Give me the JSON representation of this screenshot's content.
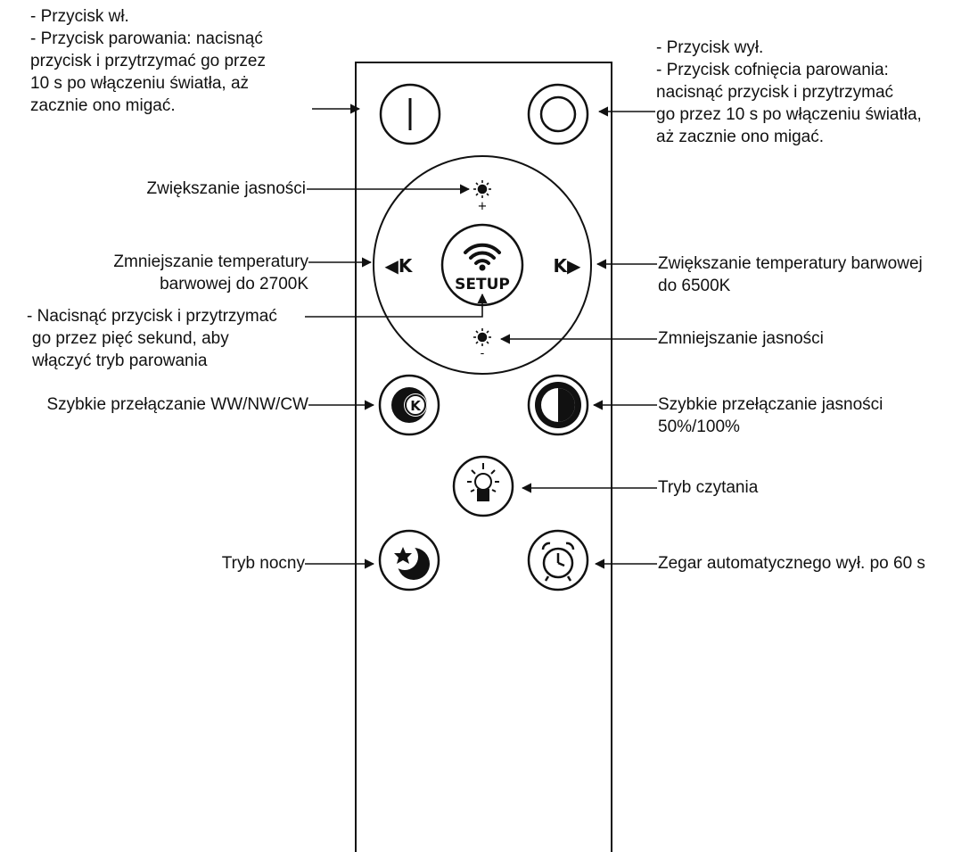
{
  "remote": {
    "brightness_up_plus": "+",
    "brightness_down_minus": "-",
    "color_temp_down_glyph": "◀K",
    "color_temp_up_glyph": "K▶",
    "setup_label": "SETUP",
    "cct_button_glyph": "K"
  },
  "labels": {
    "power_on": [
      "- Przycisk wł.",
      "- Przycisk parowania: nacisnąć",
      "przycisk i przytrzymać go przez",
      "10 s po włączeniu światła, aż",
      "zacznie ono migać."
    ],
    "power_off": [
      "- Przycisk wył.",
      "- Przycisk cofnięcia parowania:",
      "nacisnąć przycisk i przytrzymać",
      "go przez 10 s po włączeniu światła,",
      "aż zacznie ono migać."
    ],
    "brightness_up": "Zwiększanie jasności",
    "color_temp_down": [
      "Zmniejszanie temperatury",
      "barwowej do 2700K"
    ],
    "color_temp_up": [
      "Zwiększanie temperatury barwowej",
      "do 6500K"
    ],
    "setup": [
      "- Nacisnąć przycisk i przytrzymać",
      "go przez pięć sekund, aby",
      "włączyć tryb parowania"
    ],
    "brightness_down": "Zmniejszanie jasności",
    "cct_switch": "Szybkie przełączanie WW/NW/CW",
    "brightness_switch": [
      "Szybkie przełączanie jasności",
      "50%/100%"
    ],
    "reading_mode": "Tryb czytania",
    "night_mode": "Tryb nocny",
    "auto_off_timer": "Zegar automatycznego wył. po 60 s"
  }
}
